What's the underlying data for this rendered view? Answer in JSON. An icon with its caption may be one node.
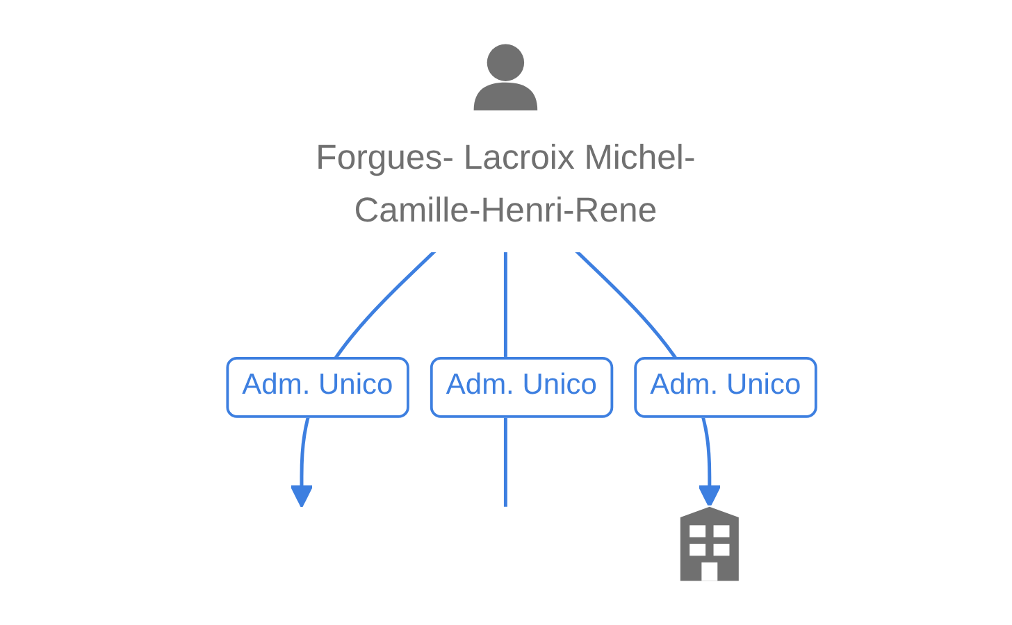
{
  "diagram": {
    "nodes": [
      {
        "text": [
          "Forgues- Lacroix Michel-Camille-Henri-Rene"
        ]
      },
      {
        "text": [],
        "shape": "picture"
      }
    ],
    "edges": [
      {
        "from": 0,
        "to": null,
        "arrow": "to",
        "label": "Adm. Unico"
      },
      {
        "from": 0,
        "to": null,
        "arrow": "none",
        "label": "Adm. Unico"
      },
      {
        "from": 0,
        "to": 1,
        "arrow": "to",
        "label": "Adm. Unico"
      }
    ]
  }
}
